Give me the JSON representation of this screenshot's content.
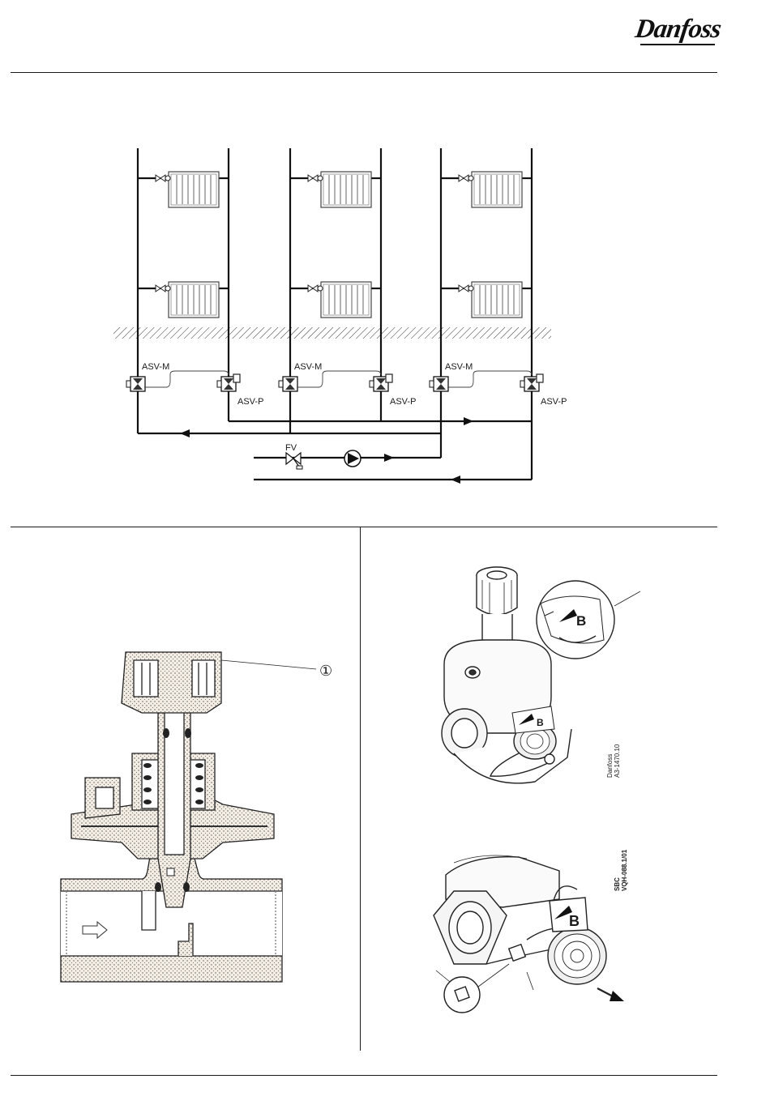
{
  "header": {
    "brand": "Danfoss"
  },
  "diagram": {
    "labels": {
      "asv_m": "ASV-M",
      "asv_p": "ASV-P",
      "fv": "FV"
    }
  },
  "cross_section": {
    "callout": "①"
  },
  "photo_top": {
    "side_code": "Danfoss\nA3-1470.10",
    "side_line1": "Danfoss",
    "side_line2": "A3-1470.10",
    "tag_letter": "B"
  },
  "photo_bottom": {
    "side_line1": "SBC",
    "side_line2": "VQH-088.1/01",
    "tag_letter": "B"
  }
}
